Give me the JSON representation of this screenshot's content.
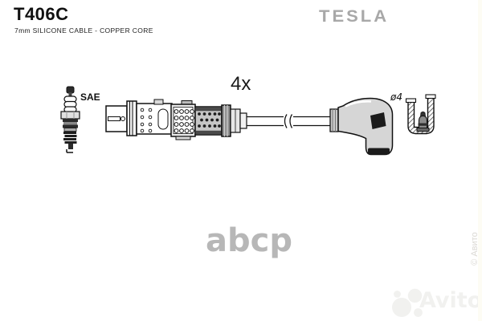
{
  "header": {
    "part_number": "T406C",
    "subtitle": "7mm SILICONE CABLE - COPPER CORE",
    "brand_logo": "TESLA"
  },
  "diagram": {
    "quantity_label": "4x",
    "spark_plug_standard": "SAE",
    "terminal_diameter": "ø4"
  },
  "watermarks": {
    "marketplace_logo": "abcp",
    "site_name": "Avito",
    "copyright_vertical": "© Авито"
  },
  "icons": {
    "spark-plug-icon": "technical line drawing of a spark plug",
    "cable-connector-icon": "ignition cable coil-end connector drawing",
    "cable-wire-icon": "wire with break marks",
    "elbow-boot-icon": "90-degree spark plug boot drawing",
    "terminal-cross-section-icon": "boot tip cross-section with 4mm terminal",
    "avito-logo-icon": "four overlapping circles"
  },
  "colors": {
    "ink": "#111111",
    "brand_gray": "#a8a8a8",
    "abcp_gray": "#b7b7b7",
    "avito_watermark": "#f1f1ef",
    "fill_light": "#d6d6d6",
    "fill_dark": "#1b1b1b"
  }
}
